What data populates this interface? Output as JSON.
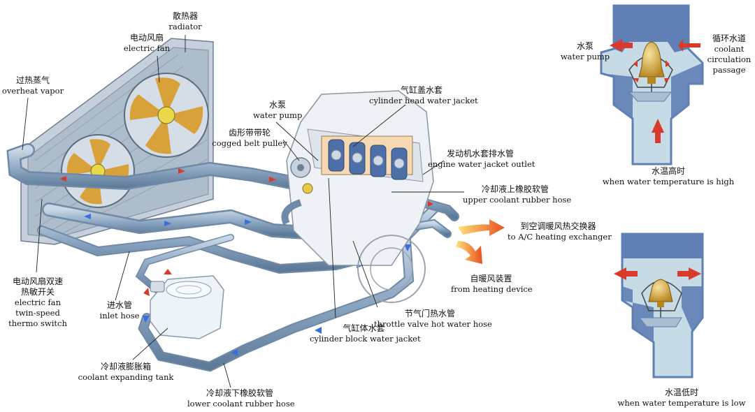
{
  "labels": {
    "radiator": {
      "zh": "散热器",
      "en": "radiator"
    },
    "electric_fan": {
      "zh": "电动风扇",
      "en": "electric fan"
    },
    "overheat_vapor": {
      "zh": "过热蒸气",
      "en": "overheat vapor"
    },
    "water_pump": {
      "zh": "水泵",
      "en": "water pump"
    },
    "cylinder_head_jacket": {
      "zh": "气缸盖水套",
      "en": "cylinder head water jacket"
    },
    "cogged_belt_pulley": {
      "zh": "齿形带带轮",
      "en": "cogged belt pulley"
    },
    "engine_jacket_outlet": {
      "zh": "发动机水套排水管",
      "en": "engine water jacket outlet"
    },
    "upper_hose": {
      "zh": "冷却液上橡胶软管",
      "en": "upper coolant rubber hose"
    },
    "ac_exchanger": {
      "zh": "到空调暖风热交换器",
      "en": "to A/C heating exchanger"
    },
    "heating_device": {
      "zh": "自暖风装置",
      "en": "from heating device"
    },
    "thermo_switch": {
      "zh1": "电动风扇双速",
      "zh2": "热敏开关",
      "en1": "electric fan",
      "en2": "twin-speed",
      "en3": "thermo switch"
    },
    "inlet_hose": {
      "zh": "进水管",
      "en": "inlet hose"
    },
    "throttle_hose": {
      "zh": "节气门热水管",
      "en": "throttle valve hot water hose"
    },
    "block_jacket": {
      "zh": "气缸体水套",
      "en": "cylinder block water jacket"
    },
    "expanding_tank": {
      "zh": "冷却液膨胀箱",
      "en": "coolant expanding tank"
    },
    "lower_hose": {
      "zh": "冷却液下橡胶软管",
      "en": "lower coolant rubber hose"
    },
    "thermo_pump": {
      "zh": "水泵",
      "en": "water pump"
    },
    "coolant_passage": {
      "zh": "循环水道",
      "en1": "coolant",
      "en2": "circulation",
      "en3": "passage"
    },
    "temp_high": {
      "zh": "水温高时",
      "en": "when water temperature is high"
    },
    "temp_low": {
      "zh": "水温低时",
      "en": "when water temperature is low"
    }
  },
  "colors": {
    "pipe": "#8fa9c4",
    "pipe_dark": "#5d7b99",
    "radiator": "#b7c4d2",
    "fan_blade": "#d9a13a",
    "housing": "#5f7fb5",
    "passage": "#c7dbe6",
    "hot_arrow": "#d93a2b",
    "cold_arrow": "#3a6fd9",
    "heat_flow": "#f0a020",
    "thermostat": "#c9a030"
  }
}
